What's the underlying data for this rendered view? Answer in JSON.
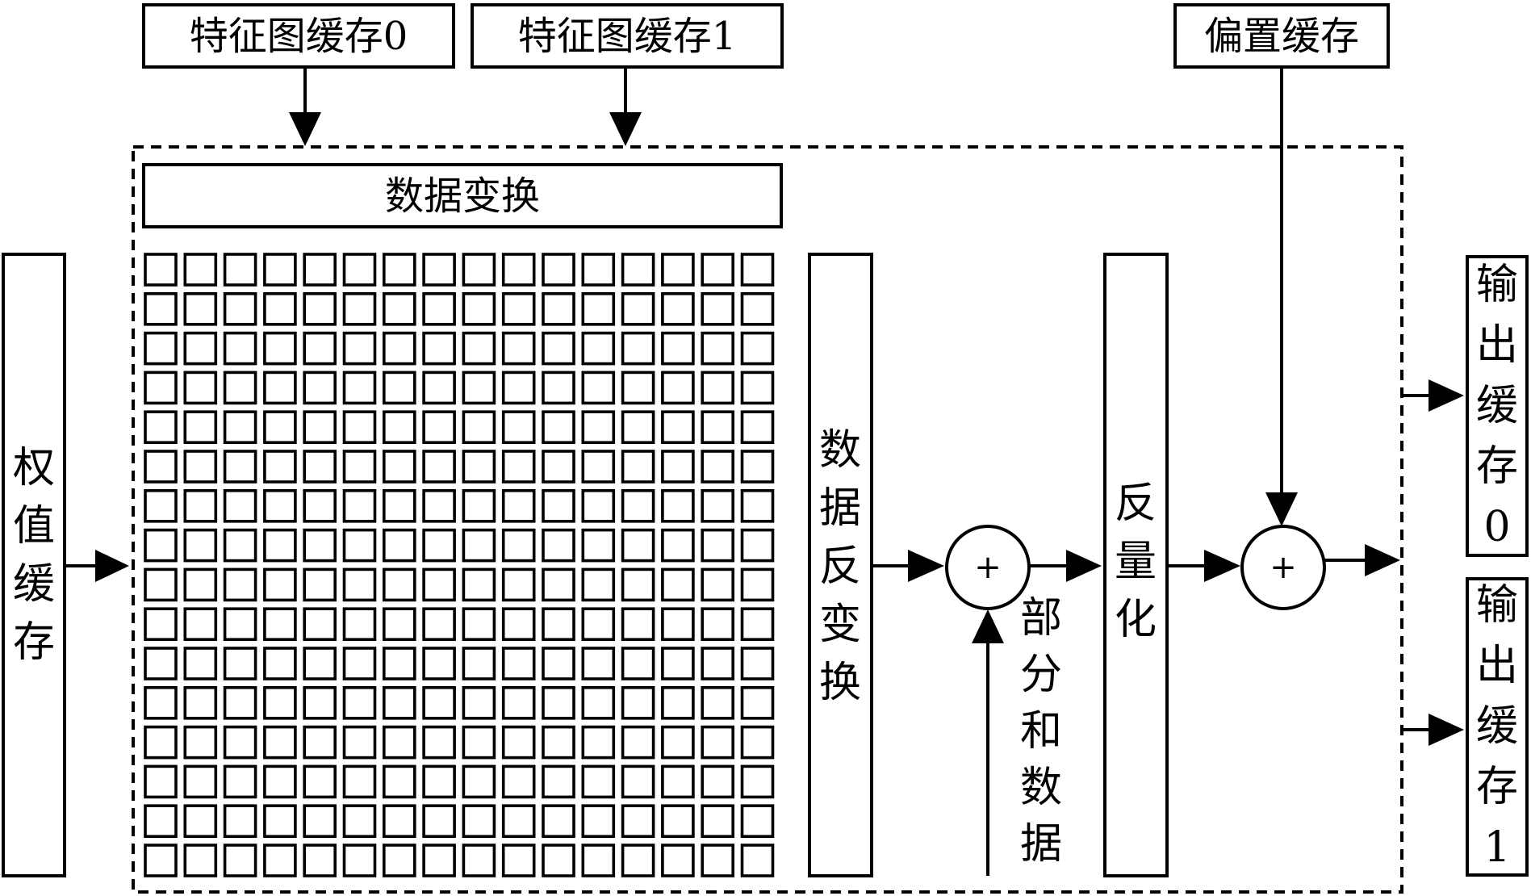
{
  "blocks": {
    "fmap_buffer_0": "特征图缓存0",
    "fmap_buffer_1": "特征图缓存1",
    "bias_buffer": "偏置缓存",
    "data_transform": "数据变换",
    "weight_buffer": "权值缓存",
    "inverse_transform": "数据反变换",
    "dequantize": "反量化",
    "partial_sum": "部分和数据",
    "output_buffer_0": "输出缓存0",
    "output_buffer_1": "输出缓存1"
  },
  "adders": {
    "symbol": "+"
  },
  "pe_array": {
    "rows": 16,
    "cols": 16
  }
}
